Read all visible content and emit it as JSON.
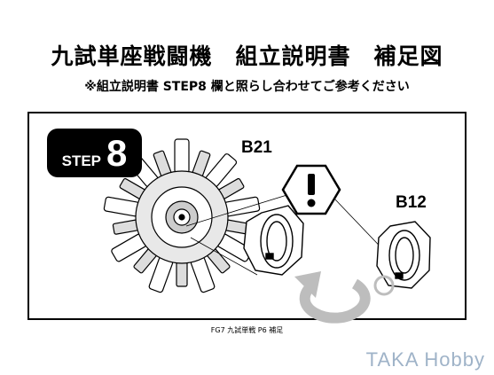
{
  "header": {
    "title": "九試単座戦闘機　組立説明書　補足図",
    "subtitle": "※組立説明書 STEP8 欄と照らし合わせてご参考ください"
  },
  "step": {
    "word": "STEP",
    "number": "8"
  },
  "parts": {
    "b21": "B21",
    "b12": "B12"
  },
  "caption": "FG7 九試単戦 P6 補足",
  "watermark": "TAKA Hobby",
  "icons": [
    "warning-hexagon-icon",
    "rotate-arrow-icon"
  ],
  "colors": {
    "watermark": "#9fb3c8",
    "badge": "#000000"
  }
}
